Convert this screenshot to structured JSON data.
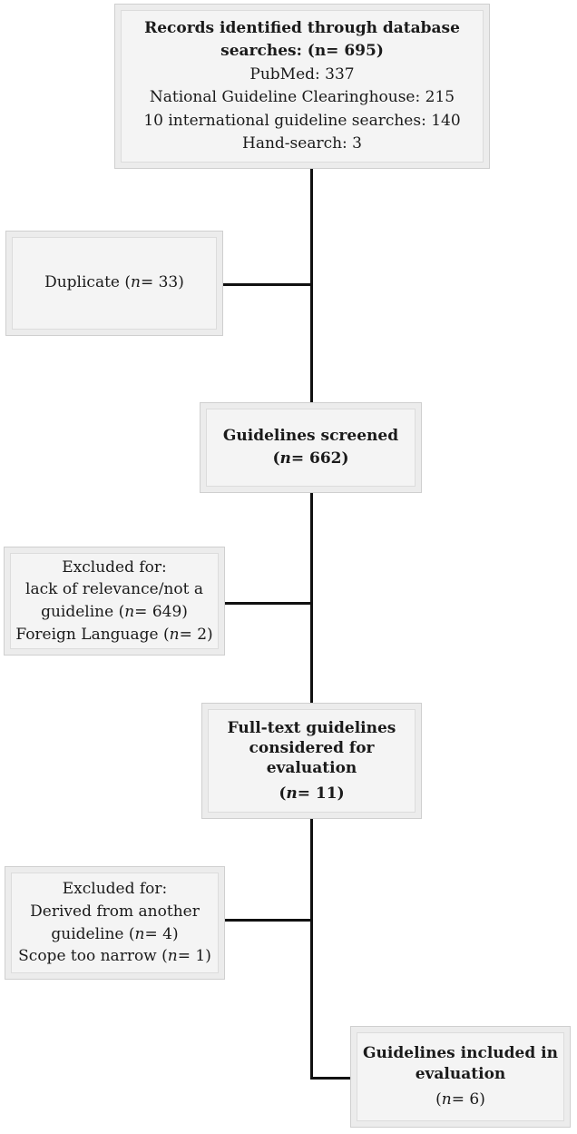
{
  "boxes": {
    "identified": {
      "title": "Records identified through database searches: (n= 695)",
      "title_line1": "Records identified through database",
      "title_line2": "searches: (n= 695)",
      "lines": [
        "PubMed: 337",
        "National Guideline Clearinghouse: 215",
        "10 international guideline searches: 140",
        "Hand-search: 3"
      ]
    },
    "duplicate": {
      "prefix": "Duplicate (",
      "n": "n",
      "suffix": "= 33)"
    },
    "screened": {
      "title": "Guidelines screened",
      "n": "n",
      "count": "= 662)"
    },
    "excluded1": {
      "heading": "Excluded for:",
      "reason1_line1": "lack of relevance/not a",
      "reason1_line2_prefix": "guideline (",
      "reason1_n": "n",
      "reason1_suffix": "= 649)",
      "reason2_prefix": "Foreign Language (",
      "reason2_n": "n",
      "reason2_suffix": "= 2)"
    },
    "fulltext": {
      "title_line1": "Full-text guidelines",
      "title_line2": "considered for",
      "title_line3": "evaluation",
      "n": "n",
      "count": "= 11)"
    },
    "excluded2": {
      "heading": "Excluded for:",
      "reason1_line1": "Derived from another",
      "reason1_line2_prefix": "guideline (",
      "reason1_n": "n",
      "reason1_suffix": "= 4)",
      "reason2_prefix": "Scope too narrow (",
      "reason2_n": "n",
      "reason2_suffix": "= 1)"
    },
    "included": {
      "title_line1": "Guidelines included in",
      "title_line2": "evaluation",
      "n": "n",
      "count": "= 6)"
    }
  },
  "colors": {
    "box_fill": "#f4f4f4",
    "box_border": "#cfcfcf",
    "connector": "#111111"
  }
}
